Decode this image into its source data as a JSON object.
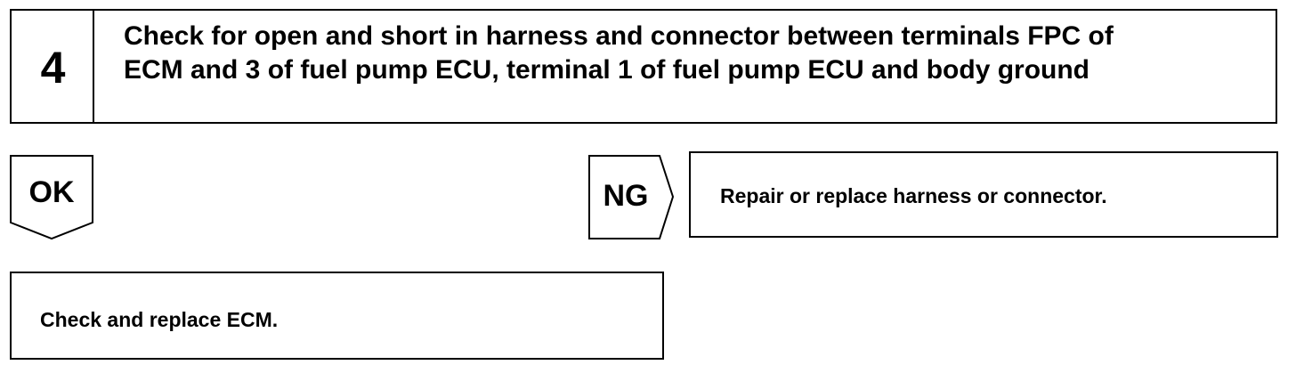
{
  "step": {
    "number": "4",
    "title_line1": "Check for open and short in harness and connector between terminals FPC of",
    "title_line2": "ECM and 3 of fuel pump ECU, terminal 1 of fuel pump ECU and body ground"
  },
  "branches": {
    "ok": {
      "label": "OK",
      "result": "Check and replace ECM."
    },
    "ng": {
      "label": "NG",
      "result": "Repair or replace harness or connector."
    }
  }
}
